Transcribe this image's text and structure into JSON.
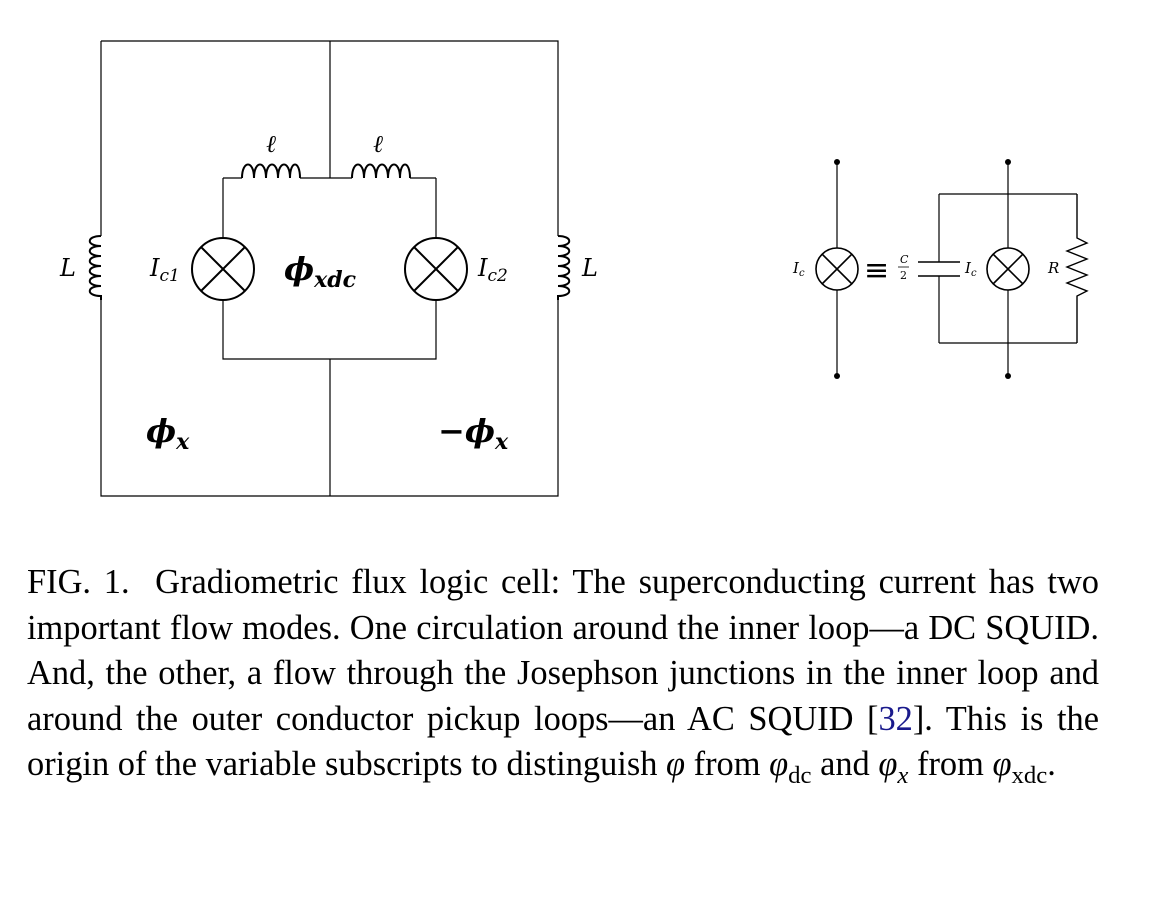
{
  "circuit_left": {
    "inductor_label_left": "L",
    "inductor_label_right": "L",
    "small_inductor_label_1": "ℓ",
    "small_inductor_label_2": "ℓ",
    "junction_label_1": "I",
    "junction_label_1_sub": "c1",
    "junction_label_2": "I",
    "junction_label_2_sub": "c2",
    "center_flux": "ϕ",
    "center_flux_sub": "xdc",
    "flux_left": "ϕ",
    "flux_left_sub": "x",
    "flux_right_prefix": "−ϕ",
    "flux_right_sub": "x"
  },
  "circuit_right": {
    "junction_label": "I",
    "junction_label_sub": "c",
    "equiv_symbol": "≡",
    "cap_num": "C",
    "cap_den": "2",
    "inner_junction_label": "I",
    "inner_junction_label_sub": "c",
    "resistor_label": "R"
  },
  "caption": {
    "fig_label": "FIG. 1.",
    "text_1": "Gradiometric flux logic cell: The superconducting current has two important flow modes. One circulation around the inner loop—a DC SQUID. And, the other, a flow through the Josephson junctions in the inner loop and around the outer conductor pickup loops—an AC SQUID [",
    "citation": "32",
    "text_2": "]. This is the origin of the variable subscripts to distinguish ",
    "sym_phi": "φ",
    "text_3": " from ",
    "sub_dc": "dc",
    "text_4": " and ",
    "sub_x": "x",
    "text_5": " from ",
    "sub_xdc": "xdc",
    "text_6": "."
  }
}
